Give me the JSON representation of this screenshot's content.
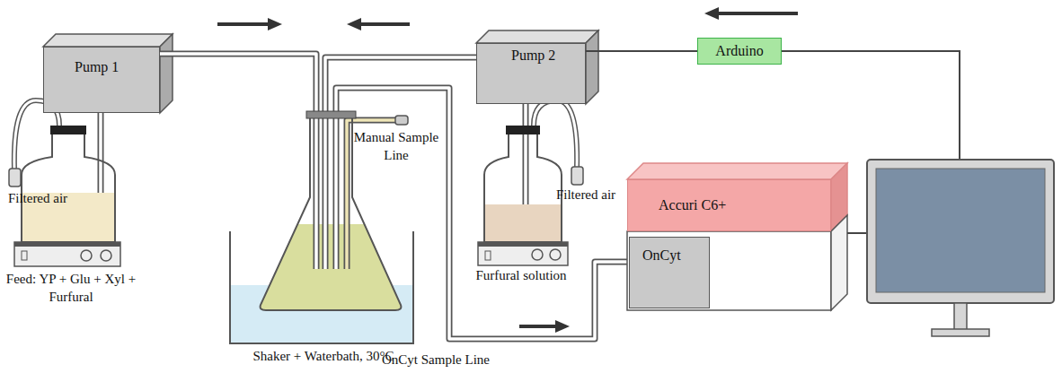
{
  "diagram": {
    "nodes": [
      {
        "text": [
          "Pump 1"
        ]
      },
      {
        "text": [
          "Pump 2"
        ]
      },
      {
        "text": [
          "Arduino"
        ]
      },
      {
        "text": [
          "Accuri C6+"
        ]
      },
      {
        "text": [
          "OnCyt"
        ]
      }
    ],
    "edges": [
      {
        "from": 2,
        "to": 1,
        "arrow": "none"
      }
    ],
    "labels": [
      "Filtered air",
      "Feed: YP + Glu + Xyl + Furfural",
      "Shaker + Waterbath, 30°C",
      "Manual Sample Line",
      "Furfural solution",
      "Filtered air",
      "OnCyt Sample Line"
    ]
  }
}
